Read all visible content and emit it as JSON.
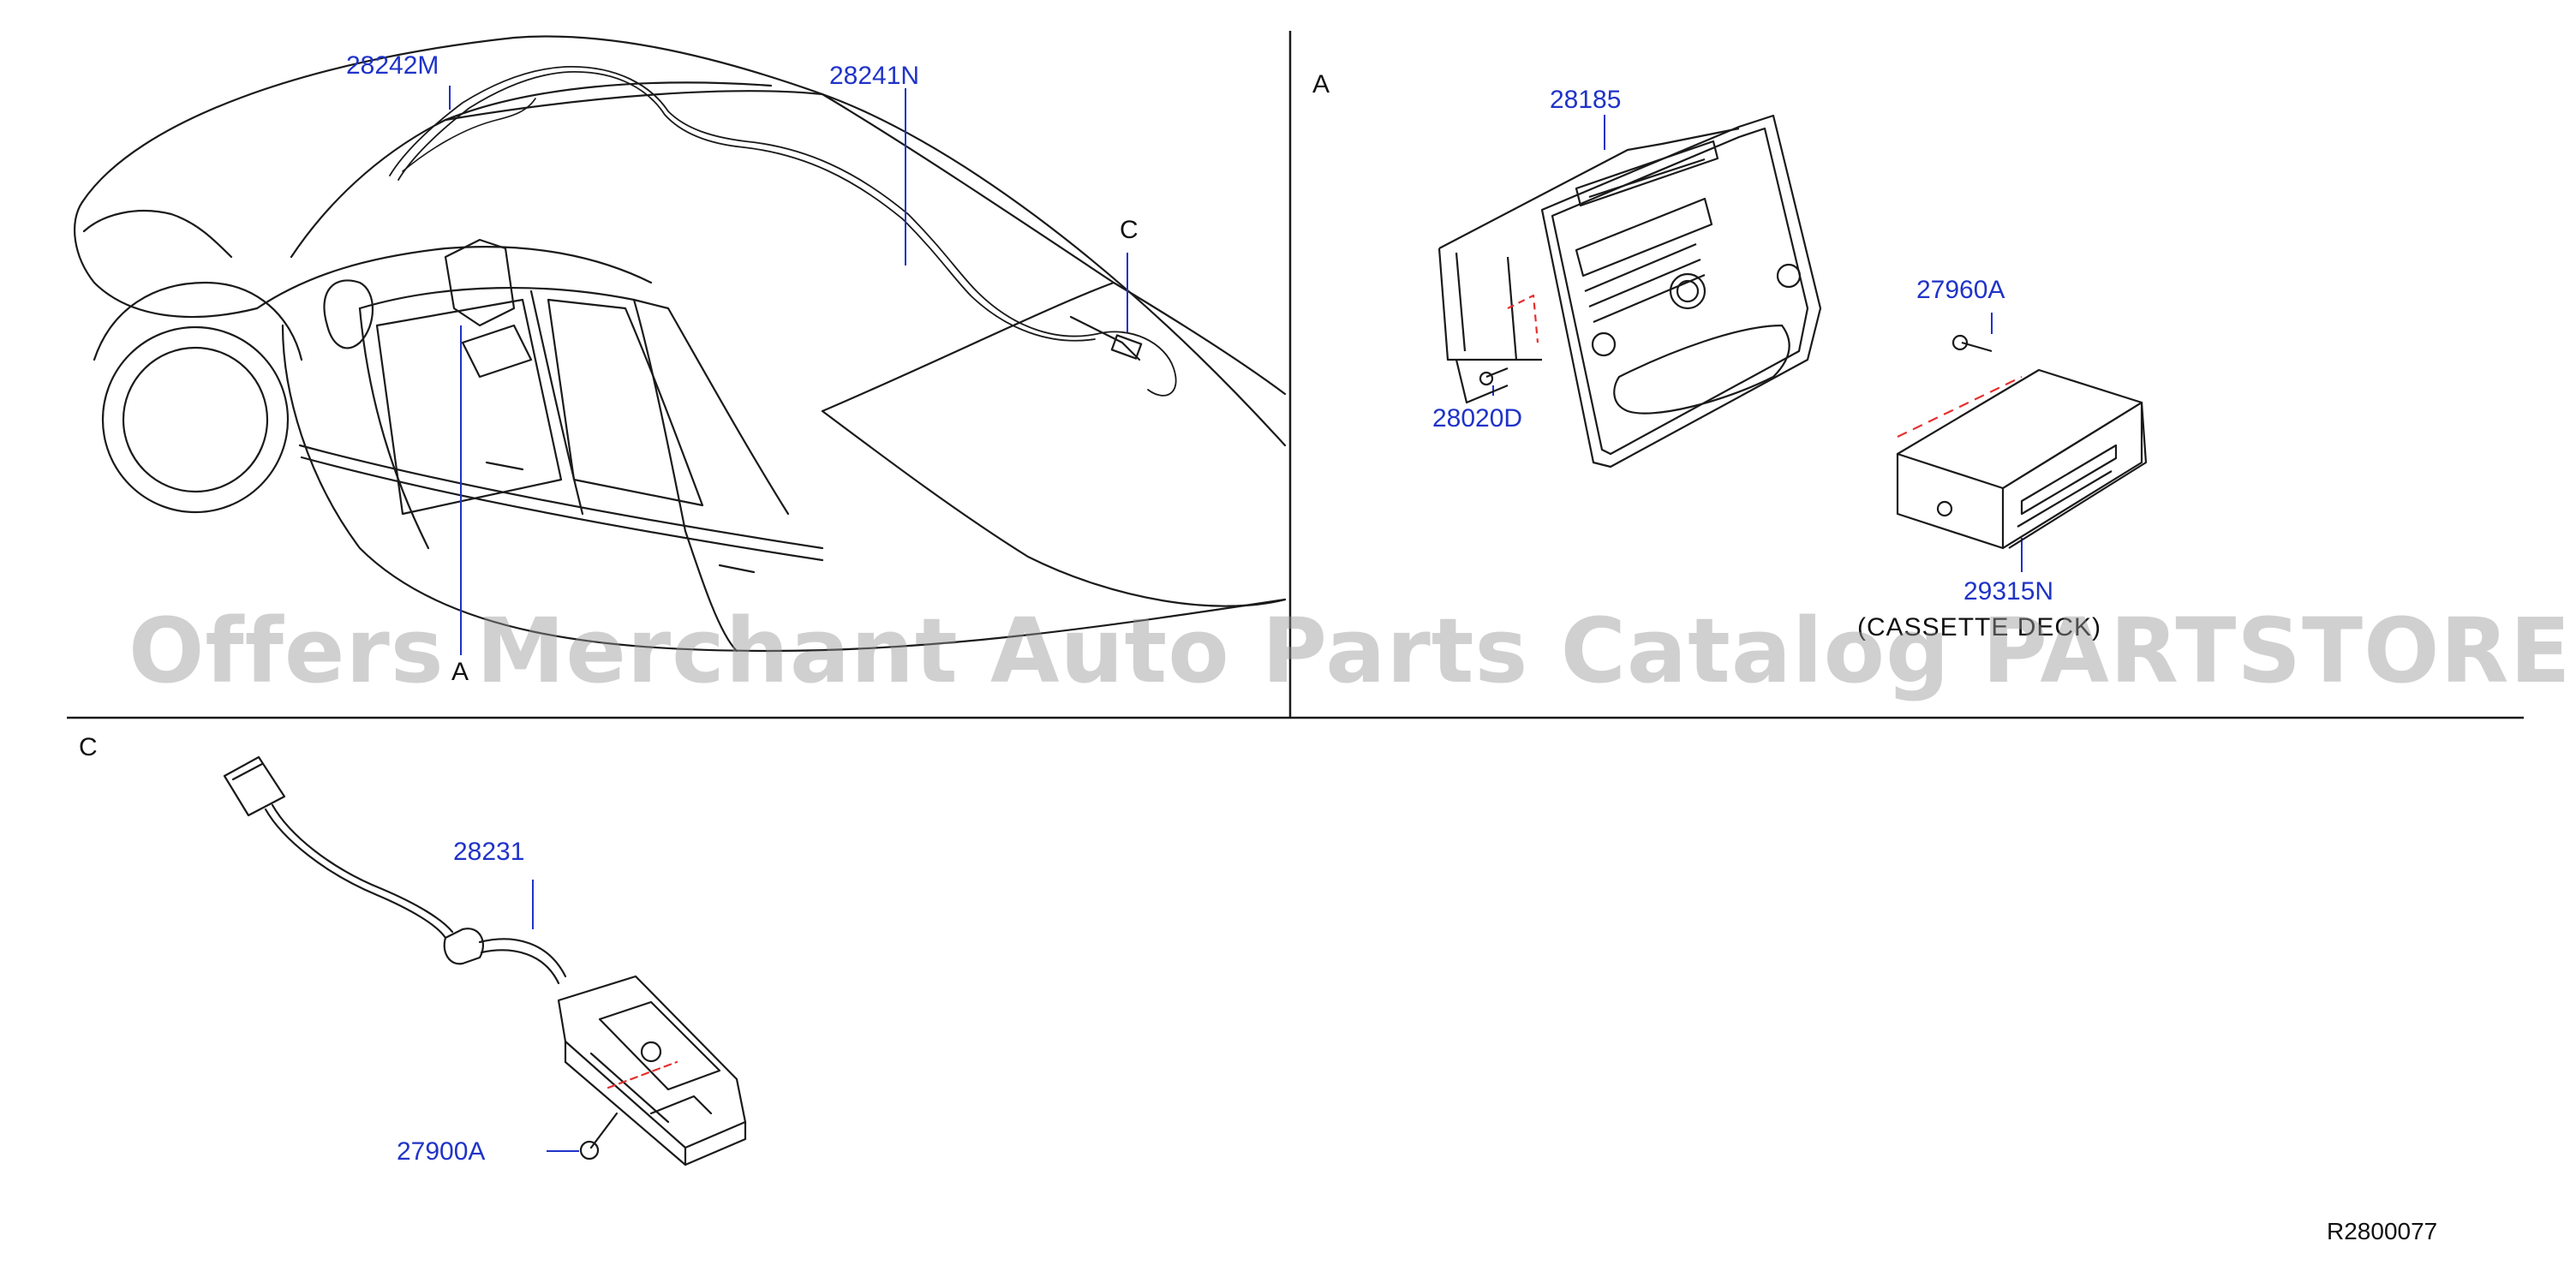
{
  "diagram": {
    "colors": {
      "line": "#1a1a1a",
      "label": "#1f33c8",
      "leader": "#1f33c8",
      "dashed": "#e53030",
      "watermark": "#969696"
    },
    "sections": [
      {
        "ref": "A"
      },
      {
        "ref": "C"
      }
    ],
    "callouts": {
      "vehicle_ref_a": "A",
      "vehicle_ref_c": "C"
    },
    "parts": [
      {
        "number": "28242M"
      },
      {
        "number": "28241N"
      },
      {
        "number": "28185"
      },
      {
        "number": "28020D"
      },
      {
        "number": "27960A"
      },
      {
        "number": "29315N"
      },
      {
        "number": "28231"
      },
      {
        "number": "27900A"
      }
    ],
    "cassette_caption": "(CASSETTE DECK)",
    "diagram_code": "R2800077"
  },
  "watermark": {
    "text": "Offers Merchant Auto Parts Catalog PARTSTORE.SA"
  }
}
